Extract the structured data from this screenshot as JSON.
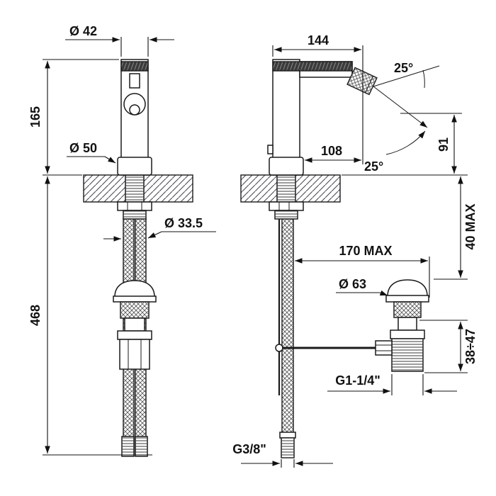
{
  "drawing": {
    "labels": {
      "dia42": "Ø 42",
      "len144": "144",
      "h165": "165",
      "dia50": "Ø 50",
      "len108": "108",
      "ang25_top": "25°",
      "ang25_bottom": "25°",
      "h91": "91",
      "dia33_5": "Ø 33.5",
      "h468": "468",
      "max170": "170 MAX",
      "dia63": "Ø 63",
      "max40": "40 MAX",
      "range38_47": "38÷47",
      "thread_drain": "G1-1/4\"",
      "thread_hose": "G3/8\""
    },
    "colors": {
      "line": "#111111",
      "background": "#ffffff"
    }
  }
}
